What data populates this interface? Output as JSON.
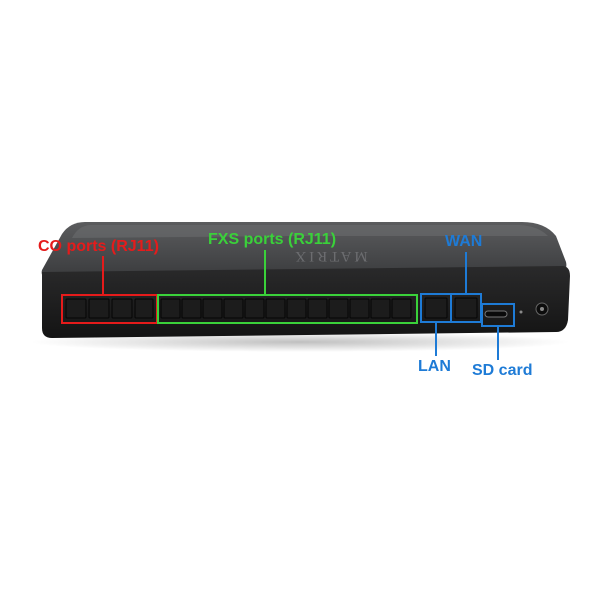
{
  "device": {
    "brand_mark": "MATRIX",
    "co_port_count": 4,
    "fxs_port_count": 12,
    "lan_port_count": 1,
    "wan_port_count": 1
  },
  "annotations": {
    "co_label": "CO ports (RJ11)",
    "fxs_label": "FXS ports (RJ11)",
    "wan_label": "WAN",
    "lan_label": "LAN",
    "sd_label": "SD card"
  },
  "colors": {
    "co": "#e51b1b",
    "fxs": "#3ad13a",
    "network": "#1e7bd6",
    "body": "#3b3b3d"
  }
}
